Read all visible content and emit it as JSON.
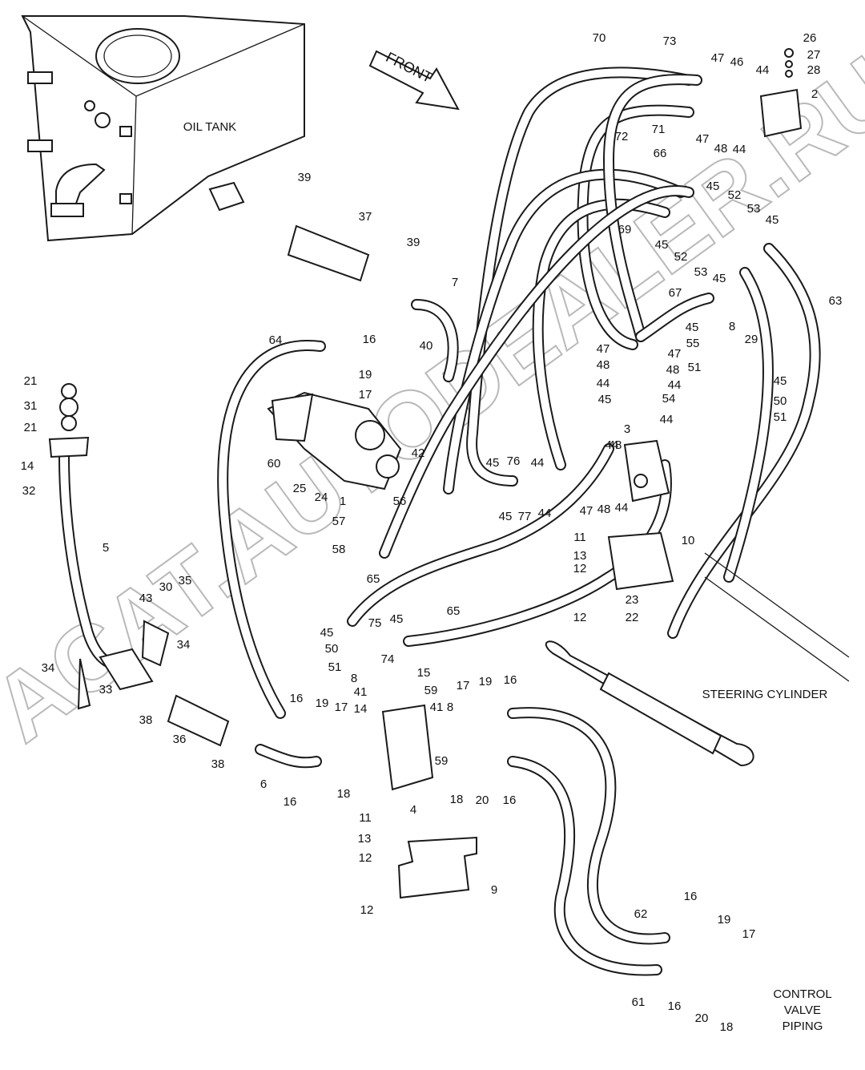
{
  "labels": {
    "oil_tank": "OIL TANK",
    "front": "FRONT",
    "steering_cylinder": "STEERING CYLINDER",
    "control_valve_piping": [
      "CONTROL",
      "VALVE",
      "PIPING"
    ]
  },
  "watermark": "ACAT.AUTODEALER.RU",
  "callouts": [
    "70",
    "73",
    "26",
    "27",
    "28",
    "2",
    "47",
    "46",
    "44",
    "72",
    "71",
    "47",
    "48",
    "44",
    "66",
    "45",
    "52",
    "53",
    "45",
    "69",
    "45",
    "52",
    "53",
    "45",
    "63",
    "39",
    "37",
    "39",
    "7",
    "64",
    "16",
    "19",
    "17",
    "40",
    "42",
    "60",
    "25",
    "24",
    "1",
    "56",
    "57",
    "58",
    "67",
    "45",
    "8",
    "55",
    "29",
    "47",
    "48",
    "44",
    "47",
    "48",
    "44",
    "51",
    "45",
    "54",
    "44",
    "45",
    "50",
    "51",
    "3",
    "45",
    "76",
    "44",
    "48",
    "44",
    "45",
    "77",
    "44",
    "47",
    "48",
    "44",
    "21",
    "31",
    "21",
    "14",
    "32",
    "5",
    "11",
    "10",
    "13",
    "12",
    "23",
    "22",
    "12",
    "65",
    "45",
    "75",
    "45",
    "65",
    "50",
    "51",
    "74",
    "8",
    "15",
    "41",
    "59",
    "14",
    "17",
    "19",
    "16",
    "43",
    "30",
    "35",
    "34",
    "34",
    "33",
    "38",
    "36",
    "38",
    "6",
    "16",
    "16",
    "19",
    "17",
    "18",
    "4",
    "41",
    "8",
    "59",
    "18",
    "20",
    "16",
    "11",
    "13",
    "12",
    "12",
    "9",
    "16",
    "62",
    "19",
    "17",
    "61",
    "16",
    "20",
    "18"
  ]
}
